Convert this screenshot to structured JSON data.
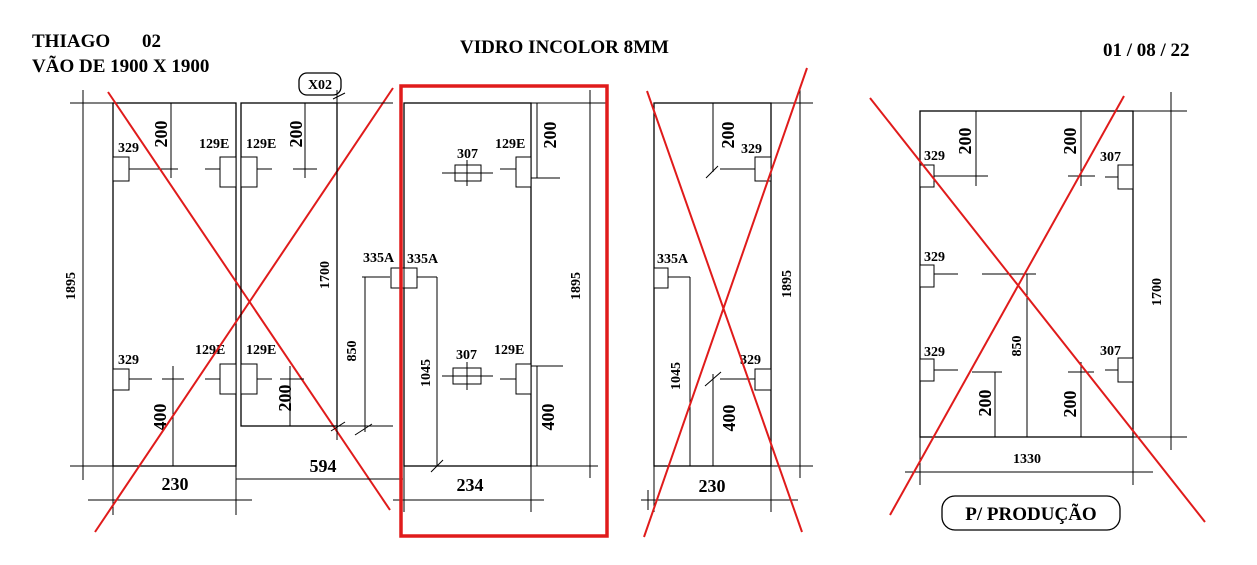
{
  "header": {
    "client": "THIAGO",
    "item_number": "02",
    "opening": "VÃO DE 1900 X 1900",
    "glass": "VIDRO INCOLOR 8MM",
    "date": "01 / 08 / 22"
  },
  "tag": "X02",
  "stamp": "P/ PRODUÇÃO",
  "panels": {
    "p1": {
      "width": "230",
      "height": "1895",
      "hw_tl": "329",
      "hw_tr": "129E",
      "hw_bl": "329",
      "hw_br": "129E",
      "dim_top": "200",
      "dim_bottom": "400"
    },
    "p2": {
      "height": "1700",
      "overall": "594",
      "hw_tl": "129E",
      "hw_bl": "129E",
      "dim_top": "200",
      "dim_bottom": "200",
      "hw_mid_left": "335A",
      "dim_mid": "850"
    },
    "p3": {
      "width": "234",
      "height": "1895",
      "hw_top_center": "307",
      "hw_tr": "129E",
      "hw_bottom_center": "307",
      "hw_br": "129E",
      "hw_mid": "335A",
      "dim_mid": "1045",
      "dim_top": "200",
      "dim_bottom": "400"
    },
    "p4": {
      "width": "230",
      "height": "1895",
      "hw_tr": "329",
      "hw_br": "329",
      "hw_mid_left": "335A",
      "dim_mid": "1045",
      "dim_top": "200",
      "dim_bottom": "400"
    },
    "p5": {
      "width": "1330",
      "height": "1700",
      "hw_tl": "329",
      "hw_ml": "329",
      "hw_bl": "329",
      "hw_tr": "307",
      "hw_br": "307",
      "dim_mid": "850",
      "dim_top_left": "200",
      "dim_top_right": "200",
      "dim_bottom_left": "200",
      "dim_bottom_right": "200"
    }
  }
}
